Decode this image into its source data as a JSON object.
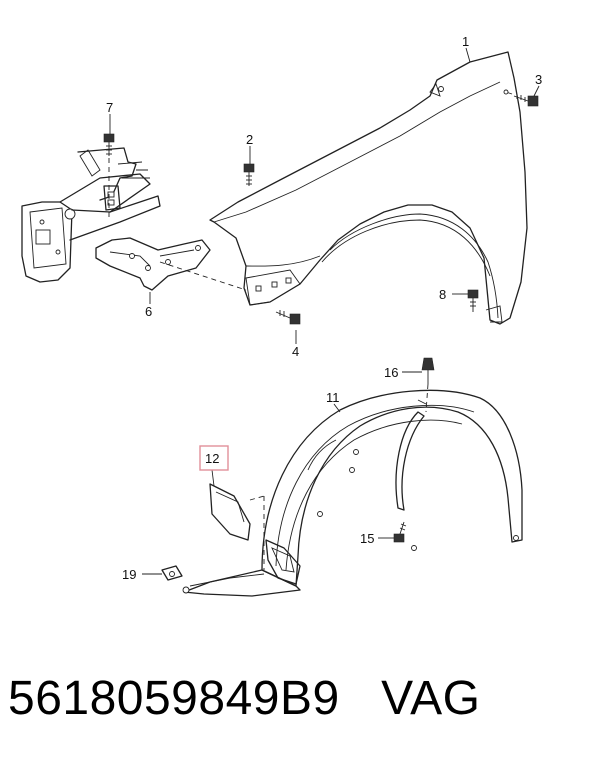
{
  "callouts": {
    "c1": "1",
    "c2": "2",
    "c3": "3",
    "c4": "4",
    "c6": "6",
    "c7": "7",
    "c8": "8",
    "c11": "11",
    "c12": "12",
    "c15": "15",
    "c16": "16",
    "c19": "19"
  },
  "highlight_color": "#e0909a",
  "caption": "5618059849B9   VAG"
}
